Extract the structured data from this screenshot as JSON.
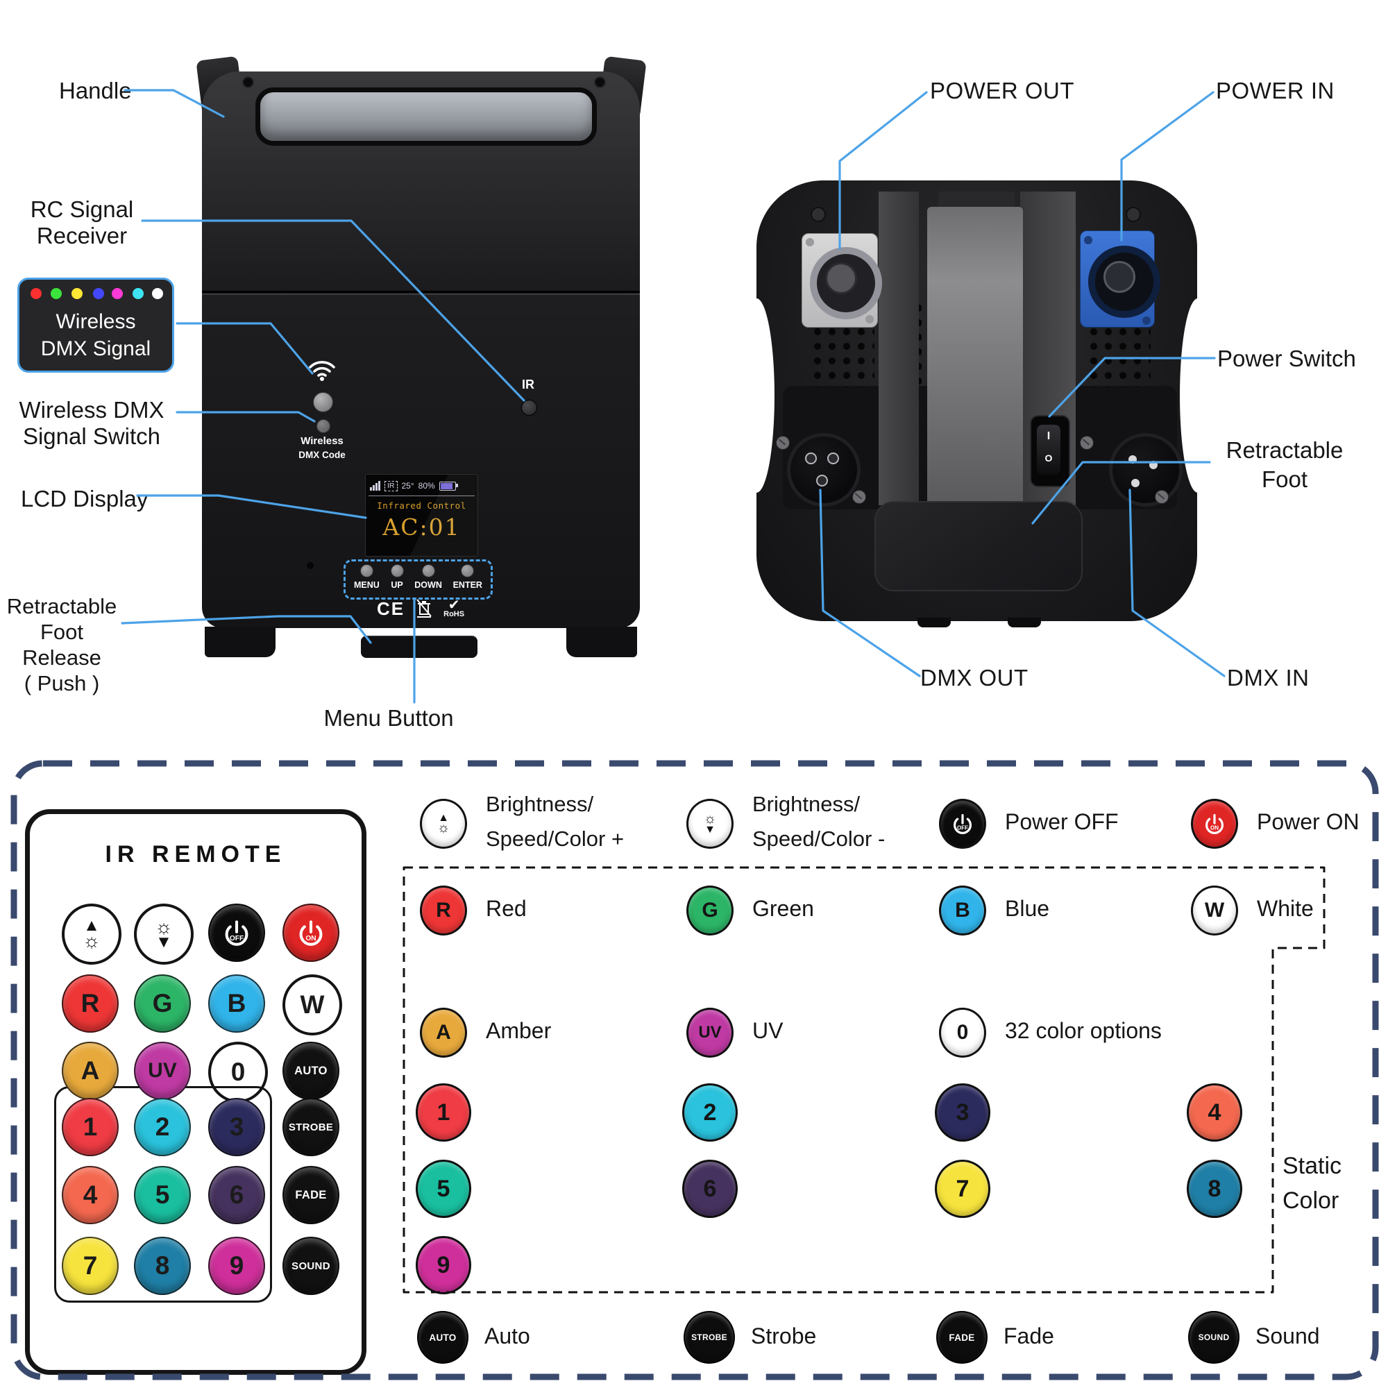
{
  "colors": {
    "accent_line": "#4da3e8",
    "panel_dash": "#3a4a6e",
    "lcd_text": "#d89e2b",
    "battery_fill": "#7668d8"
  },
  "icons": {
    "arrow_up": "▲",
    "arrow_down": "▼",
    "sun": "☼",
    "check": "✔"
  },
  "front": {
    "labels": {
      "handle": "Handle",
      "rc_1": "RC Signal",
      "rc_2": "Receiver",
      "wbox_1": "Wireless",
      "wbox_2": "DMX Signal",
      "wsw_1": "Wireless DMX",
      "wsw_2": "Signal Switch",
      "lcd": "LCD Display",
      "foot_1": "Retractable",
      "foot_2": "Foot Release",
      "foot_3": "( Push )",
      "menu": "Menu Button"
    },
    "device": {
      "ir": "IR",
      "code_1": "Wireless",
      "code_2": "DMX Code",
      "lcd_ir": "IR",
      "lcd_temp": "25°",
      "lcd_batt": "80%",
      "lcd_line1": "Infrared Control",
      "lcd_line2": "AC:01",
      "menu_keys": [
        "MENU",
        "UP",
        "DOWN",
        "ENTER"
      ],
      "ce": "CE",
      "rohs": "RoHS"
    },
    "led_colors": [
      "#ff3030",
      "#3ce23c",
      "#ffe836",
      "#4348ff",
      "#ff3ad6",
      "#3fe4f2",
      "#ffffff"
    ]
  },
  "back": {
    "labels": {
      "power_out": "POWER OUT",
      "power_in": "POWER IN",
      "power_switch": "Power Switch",
      "rf_1": "Retractable",
      "rf_2": "Foot",
      "dmx_out": "DMX OUT",
      "dmx_in": "DMX IN"
    },
    "switch_i": "I",
    "switch_o": "O"
  },
  "remote": {
    "title": "IR REMOTE",
    "buttons": [
      {
        "label": "",
        "bg": "#ffffff"
      },
      {
        "label": "",
        "bg": "#ffffff"
      },
      {
        "label": "OFF",
        "bg": "#0c0c0c"
      },
      {
        "label": "ON",
        "bg": "#e02525"
      },
      {
        "label": "R",
        "bg": "#ee3636"
      },
      {
        "label": "G",
        "bg": "#2cb567"
      },
      {
        "label": "B",
        "bg": "#30b4ea"
      },
      {
        "label": "W",
        "bg": "#ffffff"
      },
      {
        "label": "A",
        "bg": "#e8a93c"
      },
      {
        "label": "UV",
        "bg": "#bf3aa3"
      },
      {
        "label": "0",
        "bg": "#ffffff"
      },
      {
        "label": "AUTO",
        "bg": "#111111"
      },
      {
        "label": "1",
        "bg": "#f03c44"
      },
      {
        "label": "2",
        "bg": "#2ac2dc"
      },
      {
        "label": "3",
        "bg": "#2c2b5e"
      },
      {
        "label": "STROBE",
        "bg": "#111111"
      },
      {
        "label": "4",
        "bg": "#f4684f"
      },
      {
        "label": "5",
        "bg": "#19bf9f"
      },
      {
        "label": "6",
        "bg": "#46325e"
      },
      {
        "label": "FADE",
        "bg": "#111111"
      },
      {
        "label": "7",
        "bg": "#f7e33d"
      },
      {
        "label": "8",
        "bg": "#1f7fa6"
      },
      {
        "label": "9",
        "bg": "#cf2f9a"
      },
      {
        "label": "SOUND",
        "bg": "#111111"
      }
    ]
  },
  "legend": {
    "a": [
      {
        "l1": "Brightness/",
        "l2": "Speed/Color +"
      },
      {
        "l1": "Brightness/",
        "l2": "Speed/Color -"
      },
      {
        "label": "Power OFF",
        "key": "OFF",
        "bg": "#0c0c0c"
      },
      {
        "label": "Power ON",
        "key": "ON",
        "bg": "#e02525"
      }
    ],
    "b": [
      {
        "k": "R",
        "label": "Red",
        "bg": "#ee3636"
      },
      {
        "k": "G",
        "label": "Green",
        "bg": "#2cb567"
      },
      {
        "k": "B",
        "label": "Blue",
        "bg": "#30b4ea"
      },
      {
        "k": "W",
        "label": "White",
        "bg": "#ffffff"
      }
    ],
    "c": [
      {
        "k": "A",
        "label": "Amber",
        "bg": "#e8a93c"
      },
      {
        "k": "UV",
        "label": "UV",
        "bg": "#bf3aa3"
      },
      {
        "k": "0",
        "label": "32 color options",
        "bg": "#ffffff"
      }
    ],
    "n": [
      {
        "k": "1",
        "bg": "#f03c44"
      },
      {
        "k": "2",
        "bg": "#2ac2dc"
      },
      {
        "k": "3",
        "bg": "#2c2b5e"
      },
      {
        "k": "4",
        "bg": "#f4684f"
      },
      {
        "k": "5",
        "bg": "#19bf9f"
      },
      {
        "k": "6",
        "bg": "#46325e"
      },
      {
        "k": "7",
        "bg": "#f7e33d"
      },
      {
        "k": "8",
        "bg": "#1f7fa6"
      },
      {
        "k": "9",
        "bg": "#cf2f9a"
      }
    ],
    "static_1": "Static",
    "static_2": "Color",
    "g": [
      {
        "k": "AUTO",
        "label": "Auto"
      },
      {
        "k": "STROBE",
        "label": "Strobe"
      },
      {
        "k": "FADE",
        "label": "Fade"
      },
      {
        "k": "SOUND",
        "label": "Sound"
      }
    ]
  }
}
